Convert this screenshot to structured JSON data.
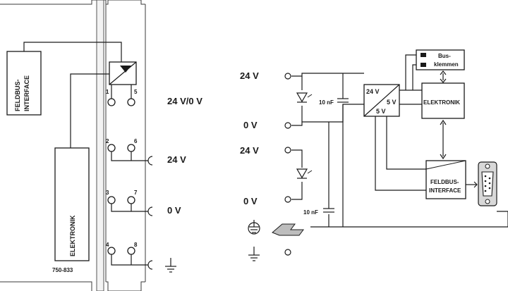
{
  "left": {
    "feldbus_line1": "FELDBUS-",
    "feldbus_line2": "INTERFACE",
    "elektronik": "ELEKTRONIK",
    "model": "750-833",
    "pin_labels": [
      "1",
      "5",
      "2",
      "6",
      "3",
      "7",
      "4",
      "8"
    ],
    "terminal_labels": [
      "24 V/0 V",
      "24 V",
      "0 V"
    ]
  },
  "right": {
    "supply_labels": [
      "24 V",
      "0 V",
      "24 V",
      "0 V"
    ],
    "cap_label_1": "10 nF",
    "cap_label_2": "10 nF",
    "conv_in": "24 V",
    "conv_out_a": "5 V",
    "conv_out_b": "5 V",
    "elektronik": "ELEKTRONIK",
    "bus_line1": "Bus-",
    "bus_line2": "klemmen",
    "feldbus_line1": "FELDBUS-",
    "feldbus_line2": "INTERFACE"
  }
}
